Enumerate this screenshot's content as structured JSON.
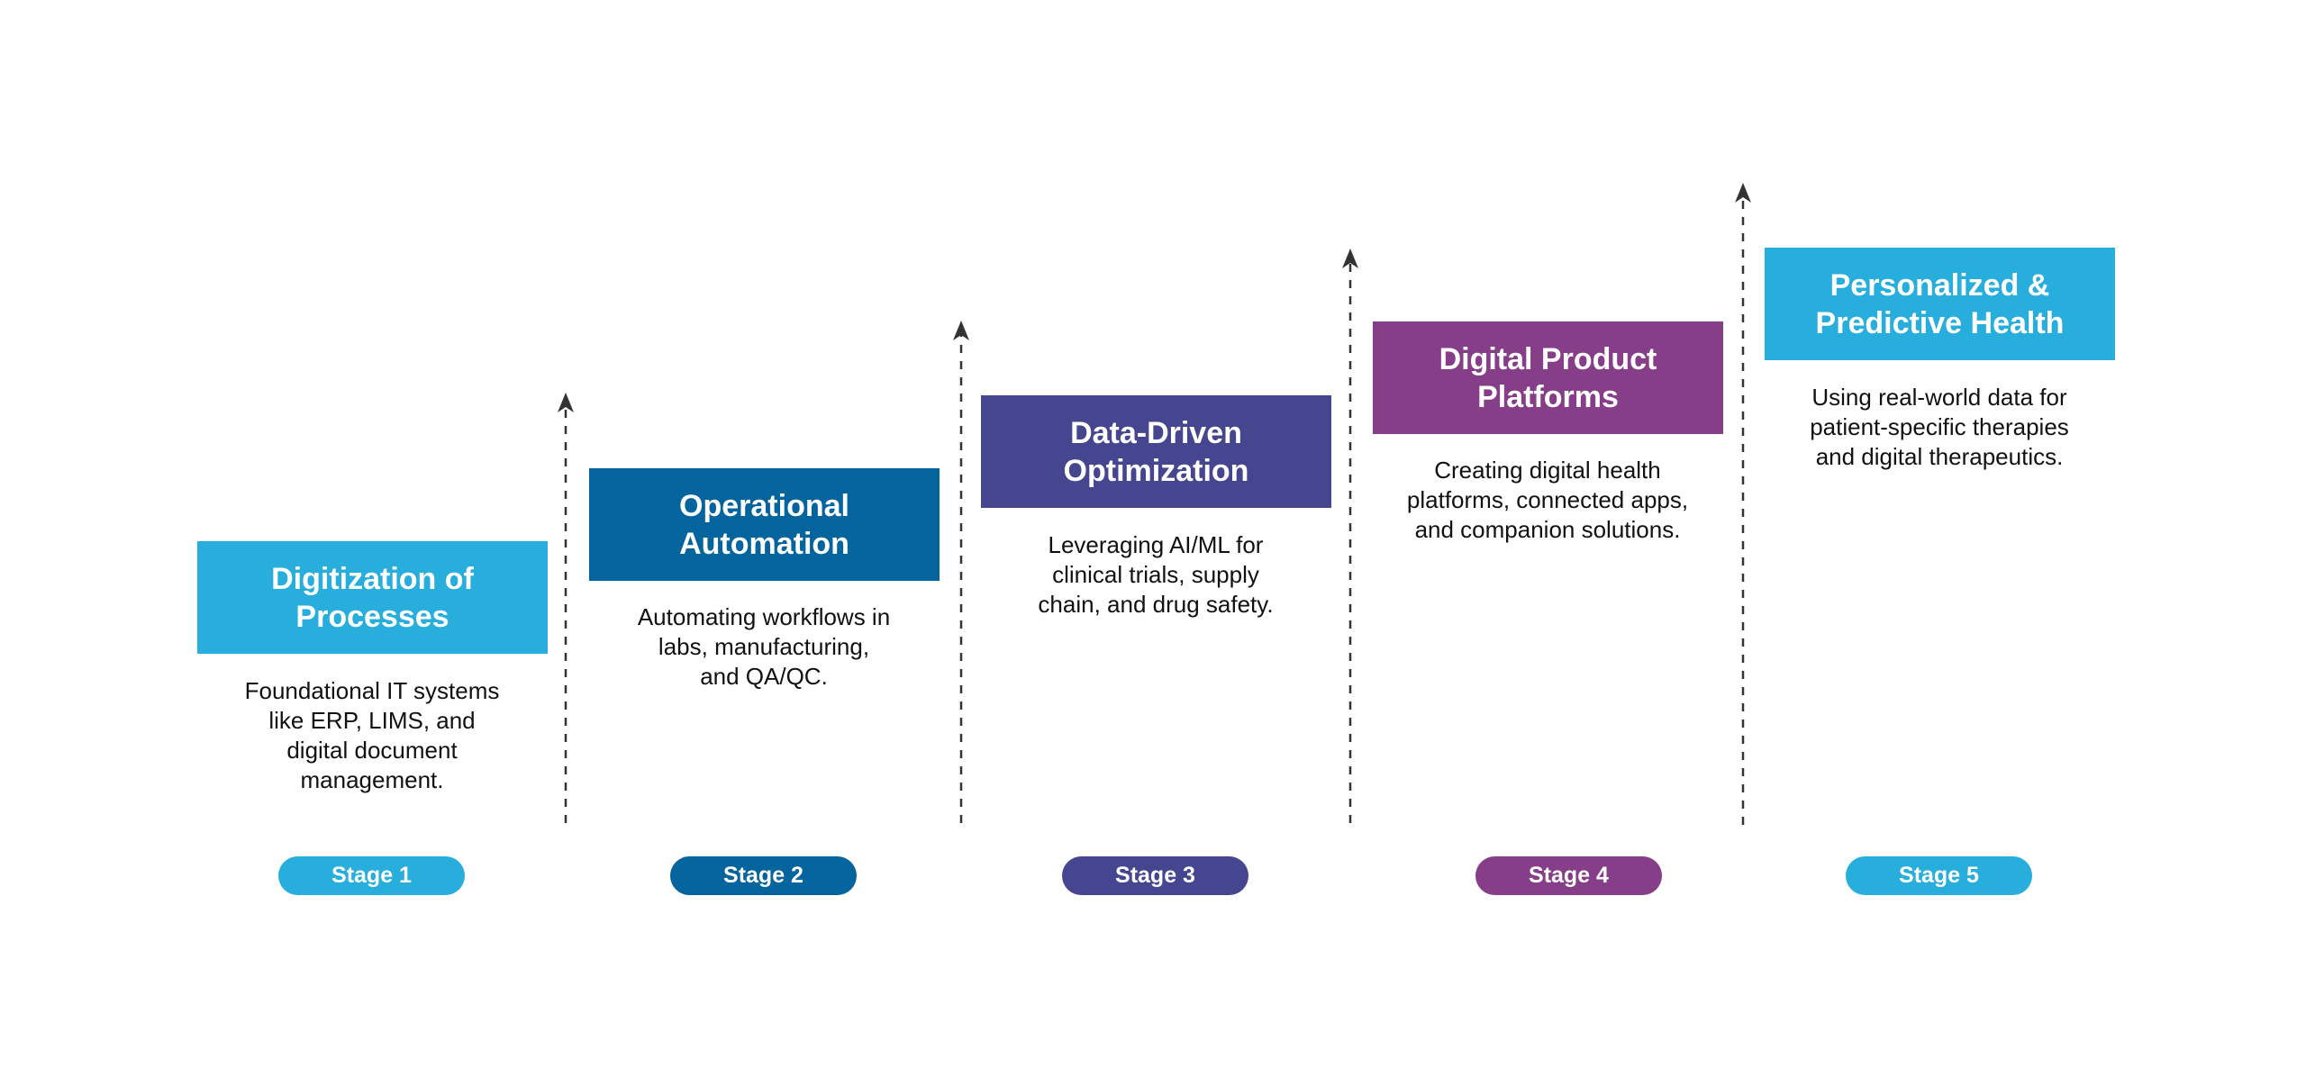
{
  "colors": {
    "cyan": "#27AEDD",
    "blue": "#04649E",
    "indigo": "#464690",
    "purple": "#873E89",
    "arrow": "#333333"
  },
  "stages": [
    {
      "title": "Digitization of\nProcesses",
      "description": "Foundational IT systems\nlike ERP, LIMS, and\ndigital document\nmanagement.",
      "badge": "Stage 1",
      "color": "#27AEDD"
    },
    {
      "title": "Operational\nAutomation",
      "description": "Automating workflows in\nlabs, manufacturing,\nand QA/QC.",
      "badge": "Stage 2",
      "color": "#04649E"
    },
    {
      "title": "Data-Driven\nOptimization",
      "description": "Leveraging AI/ML for\nclinical trials, supply\nchain, and drug safety.",
      "badge": "Stage 3",
      "color": "#464690"
    },
    {
      "title": "Digital Product\nPlatforms",
      "description": "Creating digital health\nplatforms, connected apps,\nand companion solutions.",
      "badge": "Stage 4",
      "color": "#873E89"
    },
    {
      "title": "Personalized &\nPredictive Health",
      "description": "Using real-world data for\npatient-specific therapies\nand digital therapeutics.",
      "badge": "Stage 5",
      "color": "#27AEDD"
    }
  ]
}
